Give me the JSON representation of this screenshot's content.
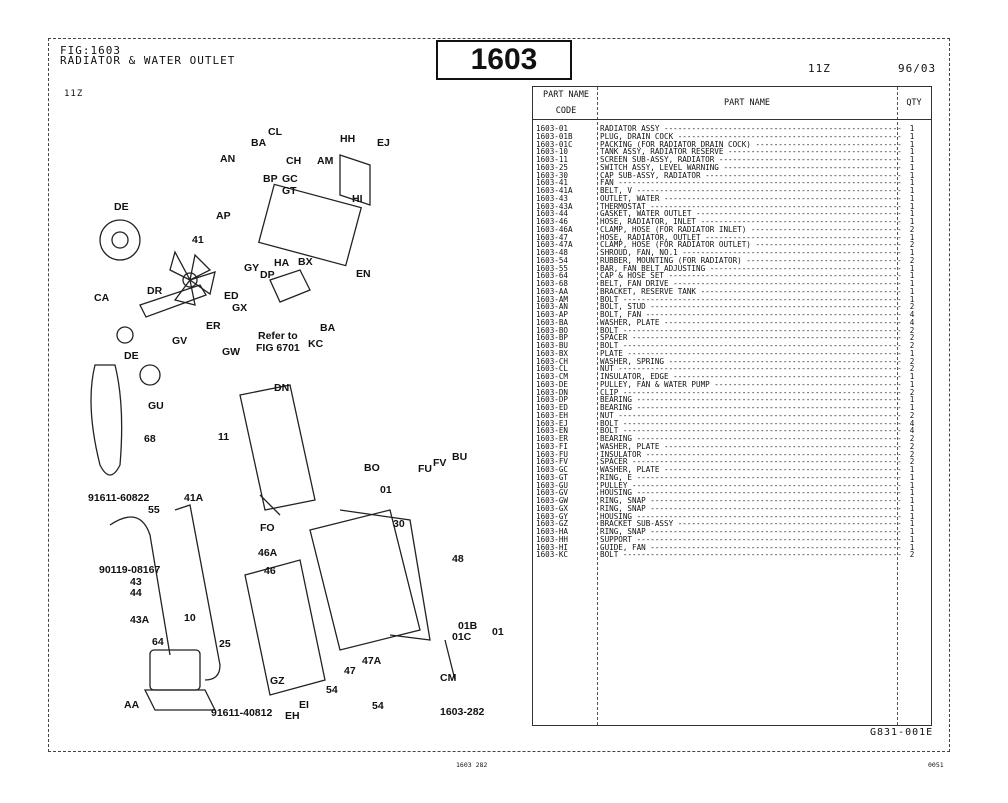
{
  "header": {
    "fig": "FIG:1603",
    "title": "RADIATOR & WATER OUTLET",
    "number": "1603",
    "engine": "11Z",
    "date": "96/03",
    "engine_label": "11Z"
  },
  "table": {
    "col1": "PART NAME",
    "col1b": "CODE",
    "col2": "PART NAME",
    "col3": "QTY",
    "rows": [
      {
        "code": "1603-01",
        "name": "RADIATOR ASSY",
        "qty": "1"
      },
      {
        "code": "1603-01B",
        "name": "PLUG, DRAIN COCK",
        "qty": "1"
      },
      {
        "code": "1603-01C",
        "name": "PACKING (FOR RADIATOR DRAIN COCK)",
        "qty": "1"
      },
      {
        "code": "1603-10",
        "name": "TANK ASSY, RADIATOR RESERVE",
        "qty": "1"
      },
      {
        "code": "1603-11",
        "name": "SCREEN SUB-ASSY, RADIATOR",
        "qty": "1"
      },
      {
        "code": "1603-25",
        "name": "SWITCH ASSY, LEVEL WARNING",
        "qty": "1"
      },
      {
        "code": "1603-30",
        "name": "CAP SUB-ASSY, RADIATOR",
        "qty": "1"
      },
      {
        "code": "1603-41",
        "name": "FAN",
        "qty": "1"
      },
      {
        "code": "1603-41A",
        "name": "BELT, V",
        "qty": "1"
      },
      {
        "code": "1603-43",
        "name": "OUTLET, WATER",
        "qty": "1"
      },
      {
        "code": "1603-43A",
        "name": "THERMOSTAT",
        "qty": "1"
      },
      {
        "code": "1603-44",
        "name": "GASKET, WATER OUTLET",
        "qty": "1"
      },
      {
        "code": "1603-46",
        "name": "HOSE, RADIATOR, INLET",
        "qty": "1"
      },
      {
        "code": "1603-46A",
        "name": "CLAMP, HOSE (FOR RADIATOR INLET)",
        "qty": "2"
      },
      {
        "code": "1603-47",
        "name": "HOSE, RADIATOR, OUTLET",
        "qty": "1"
      },
      {
        "code": "1603-47A",
        "name": "CLAMP, HOSE (FOR RADIATOR OUTLET)",
        "qty": "2"
      },
      {
        "code": "1603-48",
        "name": "SHROUD, FAN, NO.1",
        "qty": "1"
      },
      {
        "code": "1603-54",
        "name": "RUBBER, MOUNTING (FOR RADIATOR)",
        "qty": "2"
      },
      {
        "code": "1603-55",
        "name": "BAR, FAN BELT ADJUSTING",
        "qty": "1"
      },
      {
        "code": "1603-64",
        "name": "CAP & HOSE SET",
        "qty": "1"
      },
      {
        "code": "1603-68",
        "name": "BELT, FAN DRIVE",
        "qty": "1"
      },
      {
        "code": "1603-AA",
        "name": "BRACKET, RESERVE TANK",
        "qty": "1"
      },
      {
        "code": "1603-AM",
        "name": "BOLT",
        "qty": "1"
      },
      {
        "code": "1603-AN",
        "name": "BOLT, STUD",
        "qty": "2"
      },
      {
        "code": "1603-AP",
        "name": "BOLT, FAN",
        "qty": "4"
      },
      {
        "code": "1603-BA",
        "name": "WASHER, PLATE",
        "qty": "4"
      },
      {
        "code": "1603-BO",
        "name": "BOLT",
        "qty": "2"
      },
      {
        "code": "1603-BP",
        "name": "SPACER",
        "qty": "2"
      },
      {
        "code": "1603-BU",
        "name": "BOLT",
        "qty": "2"
      },
      {
        "code": "1603-BX",
        "name": "PLATE",
        "qty": "1"
      },
      {
        "code": "1603-CH",
        "name": "WASHER, SPRING",
        "qty": "2"
      },
      {
        "code": "1603-CL",
        "name": "NUT",
        "qty": "2"
      },
      {
        "code": "1603-CM",
        "name": "INSULATOR, EDGE",
        "qty": "1"
      },
      {
        "code": "1603-DE",
        "name": "PULLEY, FAN & WATER PUMP",
        "qty": "1"
      },
      {
        "code": "1603-DN",
        "name": "CLIP",
        "qty": "2"
      },
      {
        "code": "1603-DP",
        "name": "BEARING",
        "qty": "1"
      },
      {
        "code": "1603-ED",
        "name": "BEARING",
        "qty": "1"
      },
      {
        "code": "1603-EH",
        "name": "NUT",
        "qty": "2"
      },
      {
        "code": "1603-EJ",
        "name": "BOLT",
        "qty": "4"
      },
      {
        "code": "1603-EN",
        "name": "BOLT",
        "qty": "4"
      },
      {
        "code": "1603-ER",
        "name": "BEARING",
        "qty": "2"
      },
      {
        "code": "1603-FI",
        "name": "WASHER, PLATE",
        "qty": "2"
      },
      {
        "code": "1603-FU",
        "name": "INSULATOR",
        "qty": "2"
      },
      {
        "code": "1603-FV",
        "name": "SPACER",
        "qty": "2"
      },
      {
        "code": "1603-GC",
        "name": "WASHER, PLATE",
        "qty": "1"
      },
      {
        "code": "1603-GT",
        "name": "RING, E",
        "qty": "1"
      },
      {
        "code": "1603-GU",
        "name": "PULLEY",
        "qty": "1"
      },
      {
        "code": "1603-GV",
        "name": "HOUSING",
        "qty": "1"
      },
      {
        "code": "1603-GW",
        "name": "RING, SNAP",
        "qty": "1"
      },
      {
        "code": "1603-GX",
        "name": "RING, SNAP",
        "qty": "1"
      },
      {
        "code": "1603-GY",
        "name": "HOUSING",
        "qty": "1"
      },
      {
        "code": "1603-GZ",
        "name": "BRACKET SUB-ASSY",
        "qty": "1"
      },
      {
        "code": "1603-HA",
        "name": "RING, SNAP",
        "qty": "1"
      },
      {
        "code": "1603-HH",
        "name": "SUPPORT",
        "qty": "1"
      },
      {
        "code": "1603-HI",
        "name": "GUIDE, FAN",
        "qty": "1"
      },
      {
        "code": "1603-KC",
        "name": "BOLT",
        "qty": "2"
      }
    ]
  },
  "diagram": {
    "labels": [
      "CL",
      "BA",
      "AN",
      "CH",
      "AM",
      "HH",
      "EJ",
      "BP",
      "GC",
      "GT",
      "HI",
      "DE",
      "AP",
      "41",
      "HA",
      "GY",
      "DP",
      "BX",
      "EN",
      "CA",
      "DR",
      "ED",
      "GX",
      "ER",
      "Refer to",
      "FIG 6701",
      "KC",
      "BA",
      "DE",
      "GV",
      "GW",
      "GU",
      "68",
      "DN",
      "11",
      "BO",
      "01",
      "FU",
      "FV",
      "BU",
      "30",
      "91611-60822",
      "41A",
      "55",
      "FO",
      "46A",
      "48",
      "46",
      "90119-08167",
      "43",
      "44",
      "10",
      "43A",
      "64",
      "25",
      "01B",
      "01C",
      "01",
      "GZ",
      "54",
      "47",
      "47A",
      "CM",
      "AA",
      "91611-40812",
      "EI",
      "EH",
      "54",
      "1603-282"
    ]
  },
  "footer": {
    "code": "G831-001E",
    "left": "1603  282",
    "right": "0051"
  }
}
